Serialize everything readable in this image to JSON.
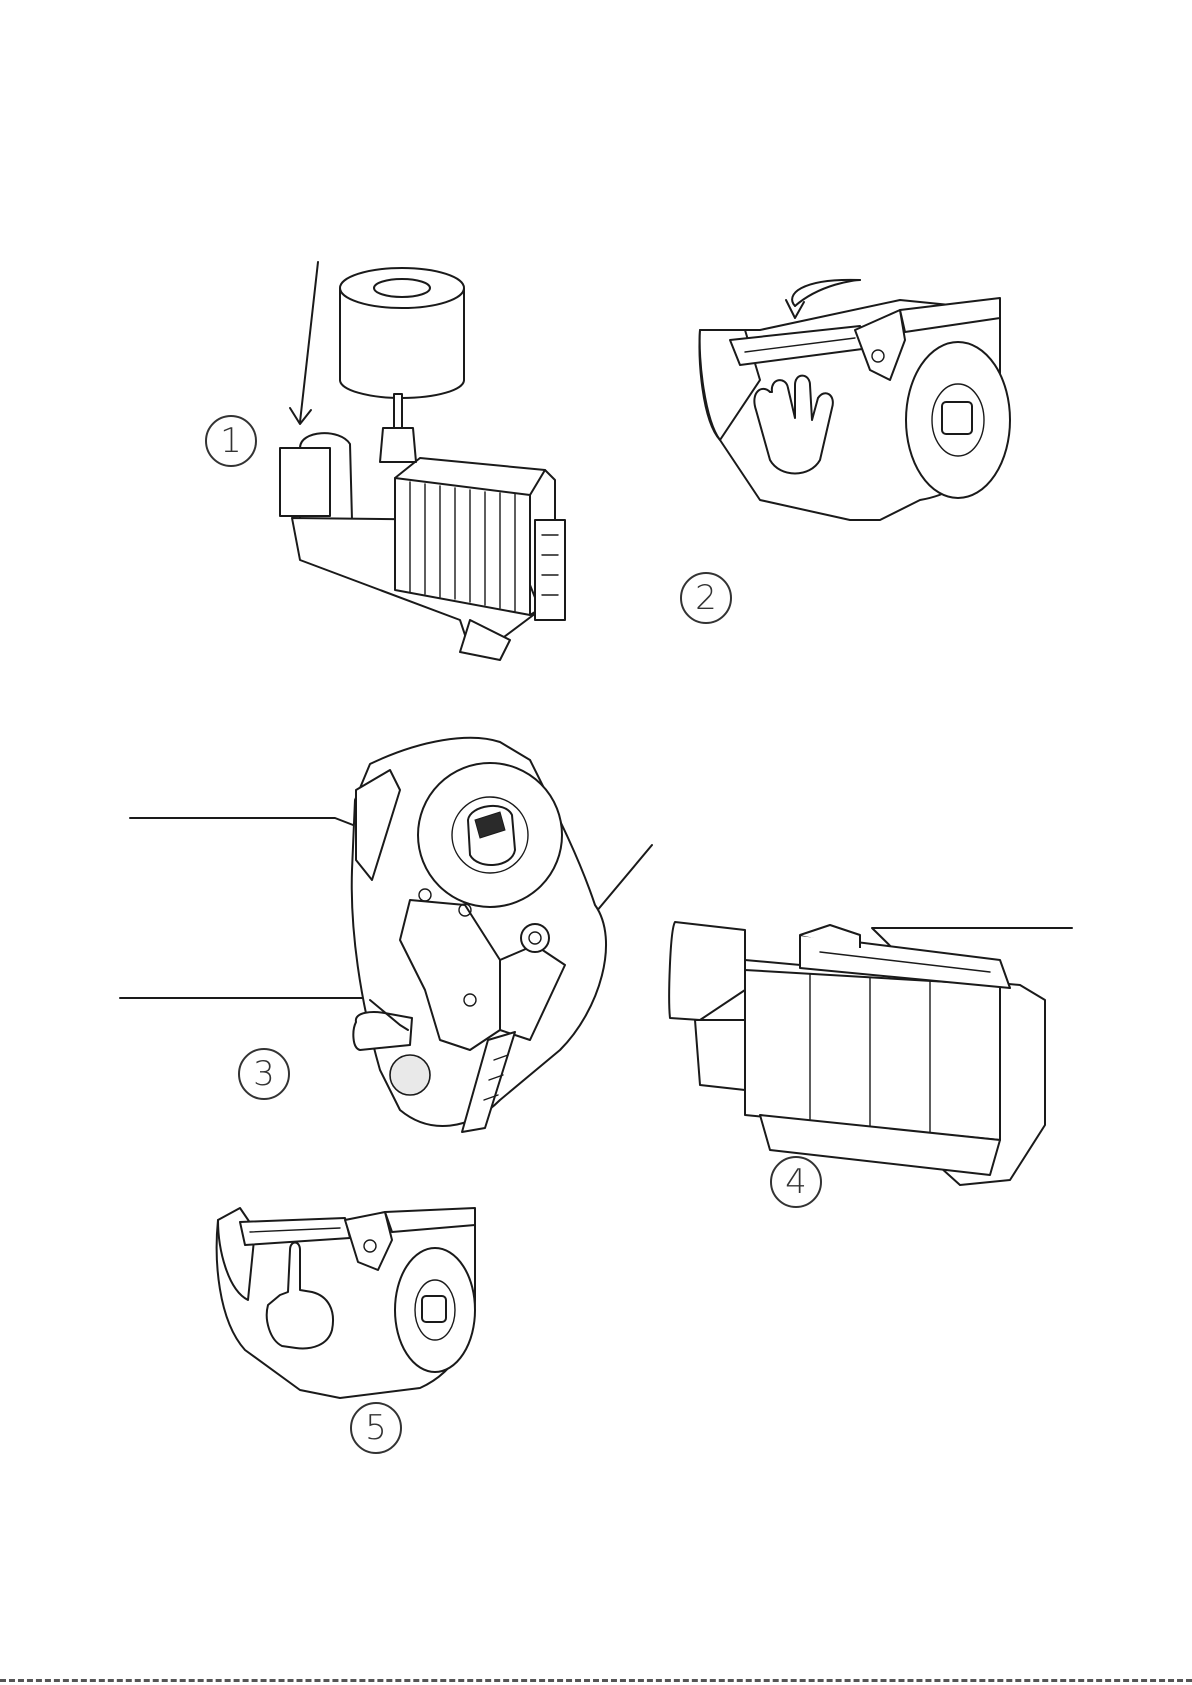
{
  "steps": [
    {
      "number": "1"
    },
    {
      "number": "2"
    },
    {
      "number": "3"
    },
    {
      "number": "4"
    },
    {
      "number": "5"
    }
  ],
  "colors": {
    "ink": "#1a1a1a",
    "paper": "#ffffff",
    "shade": "#e9e9e9"
  }
}
